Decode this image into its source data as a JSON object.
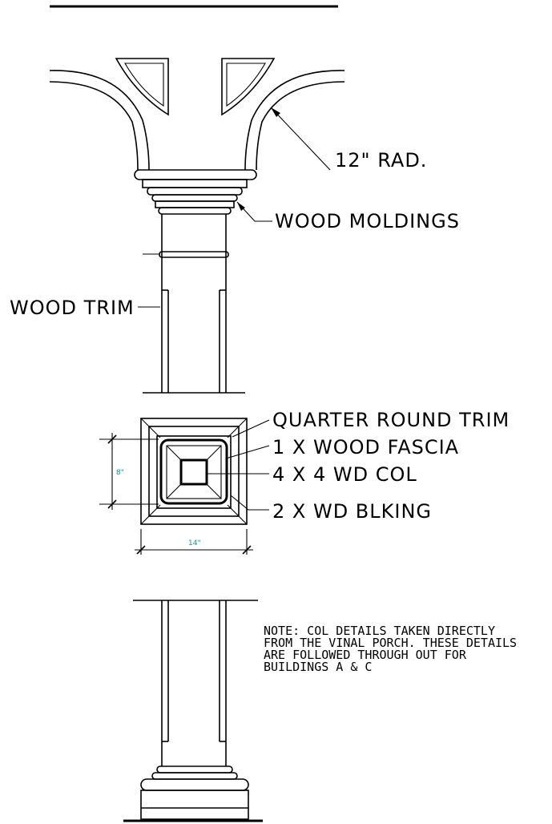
{
  "labels": {
    "radius": "12\" RAD.",
    "wood_moldings": "WOOD MOLDINGS",
    "wood_trim": "WOOD TRIM",
    "quarter_round_trim": "QUARTER ROUND TRIM",
    "wood_fascia": "1 X WOOD FASCIA",
    "wd_col": "4 X 4 WD COL",
    "wd_blking": "2 X WD BLKING"
  },
  "dimensions": {
    "height": "8\"",
    "width": "14\""
  },
  "note": {
    "lines": [
      "NOTE: COL DETAILS TAKEN DIRECTLY",
      "FROM THE VINAL PORCH. THESE DETAILS",
      "ARE FOLLOWED THROUGH OUT FOR",
      "BUILDINGS A & C"
    ]
  },
  "colors": {
    "ink": "#000000",
    "dimension": "#00a0a0"
  }
}
